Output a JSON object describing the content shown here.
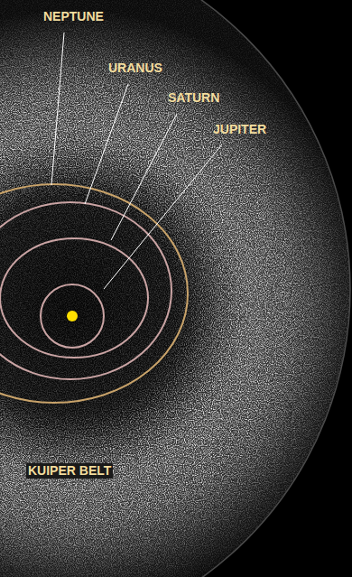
{
  "diagram": {
    "labels": [
      "NEPTUNE",
      "URANUS",
      "SATURN",
      "JUPITER",
      "KUIPER BELT"
    ]
  }
}
